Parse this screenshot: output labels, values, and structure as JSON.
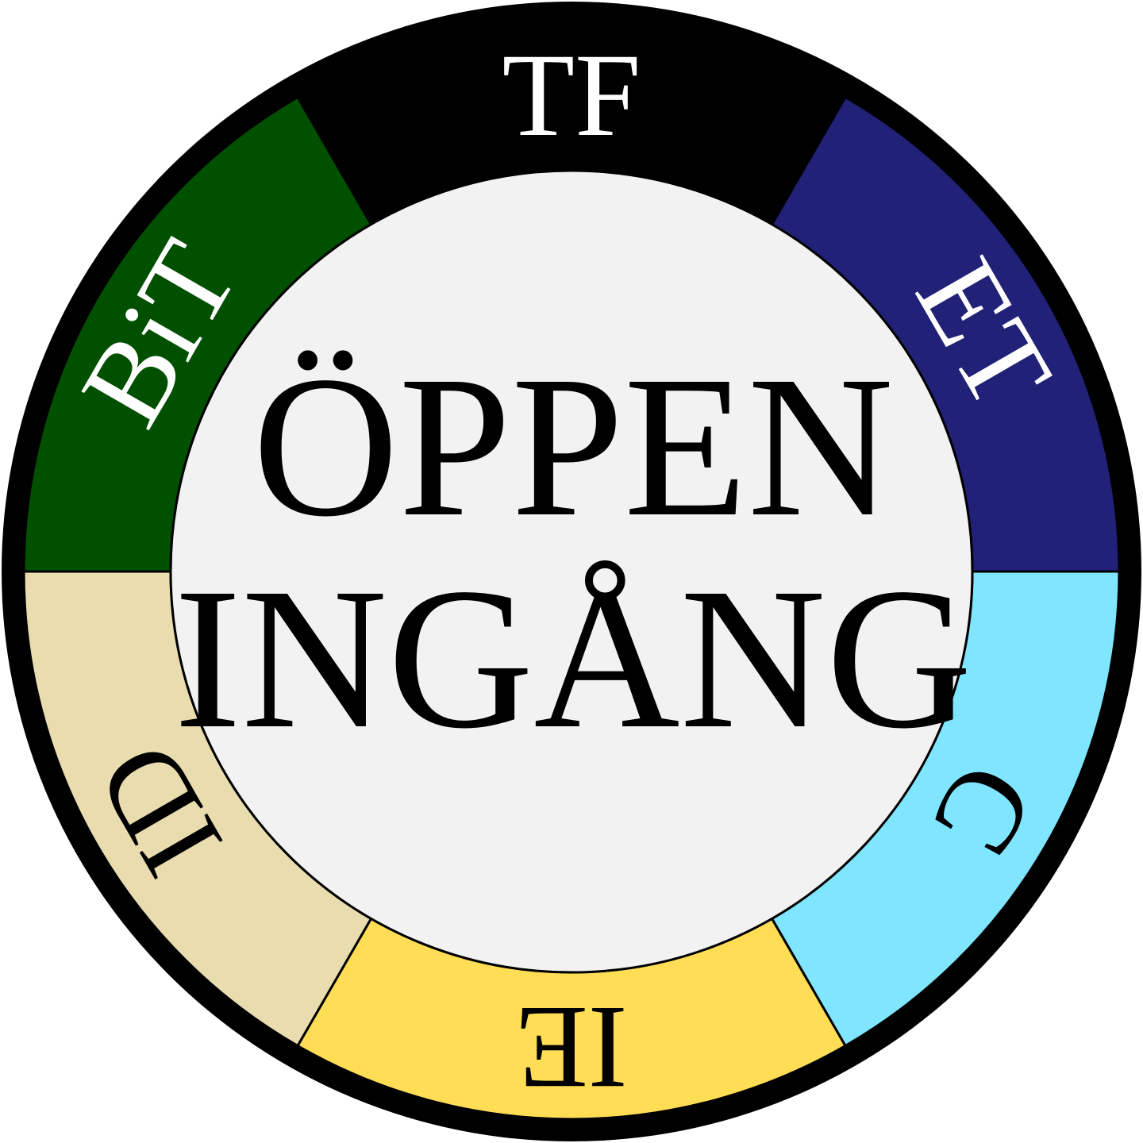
{
  "logo": {
    "title_line1": "ÖPPEN",
    "title_line2": "INGÅNG",
    "center_fill": "#f2f2f2",
    "ring_border": "#000000",
    "segments": [
      {
        "id": "tf",
        "label": "TF",
        "color": "#000000",
        "text_color": "#ffffff"
      },
      {
        "id": "et",
        "label": "ET",
        "color": "#212177",
        "text_color": "#ffffff"
      },
      {
        "id": "c",
        "label": "C",
        "color": "#80e5ff",
        "text_color": "#000000"
      },
      {
        "id": "ie",
        "label": "IE",
        "color": "#ffdd55",
        "text_color": "#000000"
      },
      {
        "id": "id",
        "label": "ID",
        "color": "#e9ddaf",
        "text_color": "#000000"
      },
      {
        "id": "bit",
        "label": "BiT",
        "color": "#005000",
        "text_color": "#ffffff"
      }
    ]
  }
}
